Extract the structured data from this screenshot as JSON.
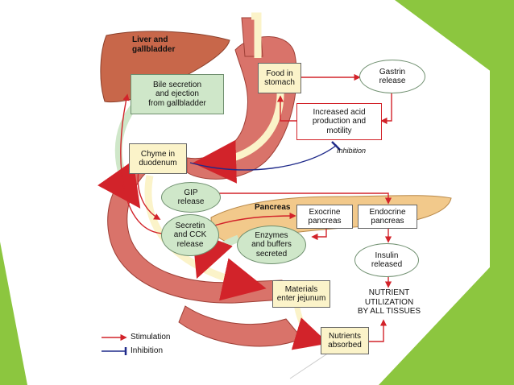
{
  "colors": {
    "slide_green": "#8cc63f",
    "stimulation_red": "#d2232a",
    "inhibition_blue": "#1f2a8a",
    "box_cream": "#fbf3c9",
    "box_green": "#cfe7c9",
    "liver_brown": "#c8674a",
    "stomach_pink": "#d9736a",
    "pancreas_tan": "#f2c98b"
  },
  "organs": {
    "liver_label": "Liver and\ngallbladder",
    "pancreas_label": "Pancreas"
  },
  "nodes": {
    "food_in_stomach": "Food in\nstomach",
    "gastrin_release": "Gastrin\nrelease",
    "increased_acid": "Increased acid\nproduction and\nmotility",
    "bile_secretion": "Bile secretion\nand ejection\nfrom gallbladder",
    "chyme_in_duodenum": "Chyme in\nduodenum",
    "gip_release": "GIP\nrelease",
    "secretin_cck": "Secretin\nand CCK\nrelease",
    "exocrine_pancreas": "Exocrine\npancreas",
    "endocrine_pancreas": "Endocrine\npancreas",
    "enzymes_buffers": "Enzymes\nand buffers\nsecreted",
    "insulin_released": "Insulin\nreleased",
    "nutrient_utilization": "NUTRIENT\nUTILIZATION\nBY ALL TISSUES",
    "materials_jejunum": "Materials\nenter jejunum",
    "nutrients_absorbed": "Nutrients\nabsorbed"
  },
  "inhibition_label": "Inhibition",
  "legend": {
    "stimulation": "Stimulation",
    "inhibition": "Inhibition"
  }
}
